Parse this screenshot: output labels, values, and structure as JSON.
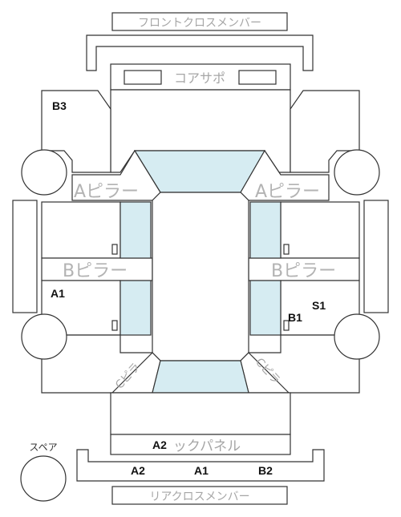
{
  "labels": {
    "front_cross_member": "フロントクロスメンバー",
    "core_support": "コアサポ",
    "a_pillar_left": "Aピラー",
    "a_pillar_right": "Aピラー",
    "b_pillar_left": "Bピラー",
    "b_pillar_right": "Bピラー",
    "c_pillar_left": "Cピラ",
    "c_pillar_right": "Cピラ",
    "back_panel": "ックパネル",
    "rear_cross_member": "リアクロスメンバー",
    "spare": "スペア"
  },
  "marks": {
    "front_left_panel": "B3",
    "left_rear_door": "A1",
    "right_rear_door_s": "S1",
    "right_rear_door_b": "B1",
    "back_panel": "A2",
    "rear_member_left": "A2",
    "rear_member_center": "A1",
    "rear_member_right": "B2"
  }
}
